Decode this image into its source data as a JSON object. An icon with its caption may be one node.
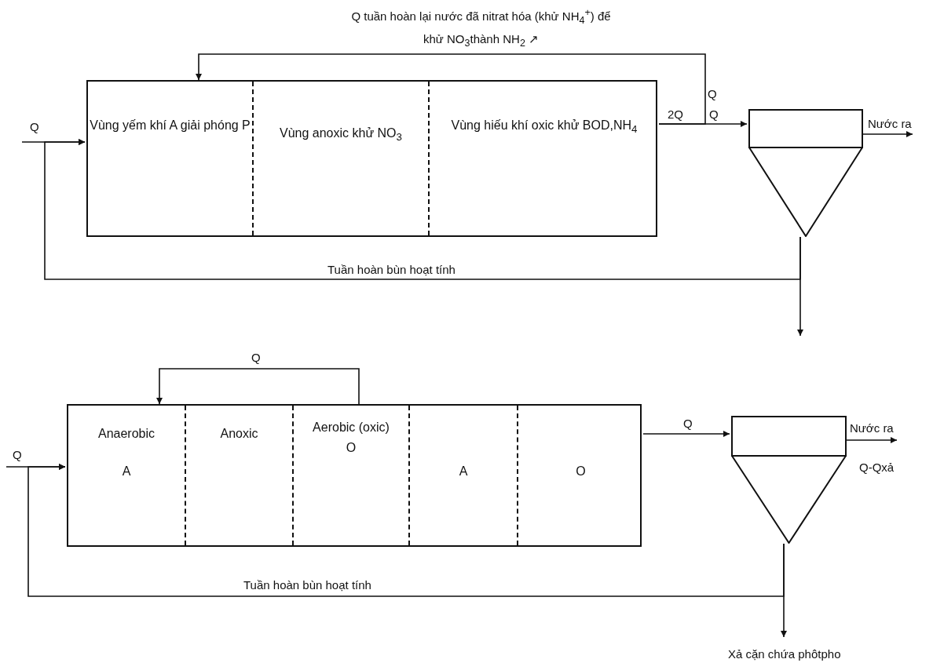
{
  "diagram": {
    "nodes": [
      {
        "text": [],
        "shape": "box"
      },
      {
        "text": [
          "Vùng yếm khí A giải phóng P"
        ],
        "in": 0
      },
      {
        "text": [
          "Vùng anoxic khử NO$_{3}$"
        ],
        "in": 0
      },
      {
        "text": [
          "Vùng hiếu khí oxic khử BOD,NH$_{4}$"
        ],
        "in": 0
      },
      {
        "text": [],
        "shape": "tank"
      },
      {
        "text": [],
        "shape": "box"
      },
      {
        "text": [
          "Anaerobic",
          "A"
        ],
        "in": 5
      },
      {
        "text": [
          "Anoxic"
        ],
        "in": 5
      },
      {
        "text": [
          "Aerobic (oxic)",
          "O"
        ],
        "in": 5
      },
      {
        "text": [
          "A"
        ],
        "in": 5
      },
      {
        "text": [
          "O"
        ],
        "in": 5
      },
      {
        "text": [],
        "shape": "tank"
      }
    ],
    "edges": [
      {
        "from": null,
        "to": 0,
        "arrow": "to",
        "label": "Q"
      },
      {
        "from": 3,
        "to": 1,
        "arrow": "to",
        "label": "Q tuần hoàn lại nước đã nitrat hóa (khử NH$_{4}$$^{+}$) để khử NO$_{3}$thành NH$_{2}$ ↗"
      },
      {
        "from": 3,
        "to": 4,
        "arrow": "to",
        "label": "2Q"
      },
      {
        "from": 4,
        "to": null,
        "arrow": "to",
        "label": "Nước ra"
      },
      {
        "from": 4,
        "to": 0,
        "arrow": "to",
        "label": "Tuần hoàn bùn hoạt tính"
      },
      {
        "from": 4,
        "to": null,
        "arrow": "to"
      },
      {
        "from": null,
        "to": 5,
        "arrow": "to",
        "label": "Q"
      },
      {
        "from": 8,
        "to": 6,
        "arrow": "to",
        "label": "Q"
      },
      {
        "from": 10,
        "to": 11,
        "arrow": "to",
        "label": "Q"
      },
      {
        "from": 11,
        "to": null,
        "arrow": "to",
        "label": "Nước ra"
      },
      {
        "from": 11,
        "to": 5,
        "arrow": "to",
        "label": "Tuần hoàn bùn hoạt tính"
      },
      {
        "from": 11,
        "to": null,
        "arrow": "to",
        "label": "Xả cặn chứa phôtpho"
      }
    ],
    "labels": [
      "Q",
      "Q",
      "Q-Qxả"
    ]
  }
}
